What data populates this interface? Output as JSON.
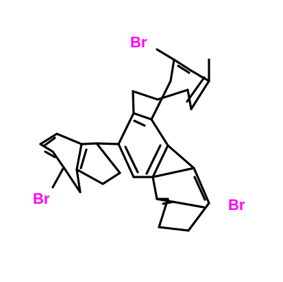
{
  "atoms": [
    {
      "id": "br-top",
      "label": "Br",
      "color": "#ff00ff"
    },
    {
      "id": "br-left",
      "label": "Br",
      "color": "#ff00ff"
    },
    {
      "id": "br-right",
      "label": "Br",
      "color": "#ff00ff"
    }
  ]
}
